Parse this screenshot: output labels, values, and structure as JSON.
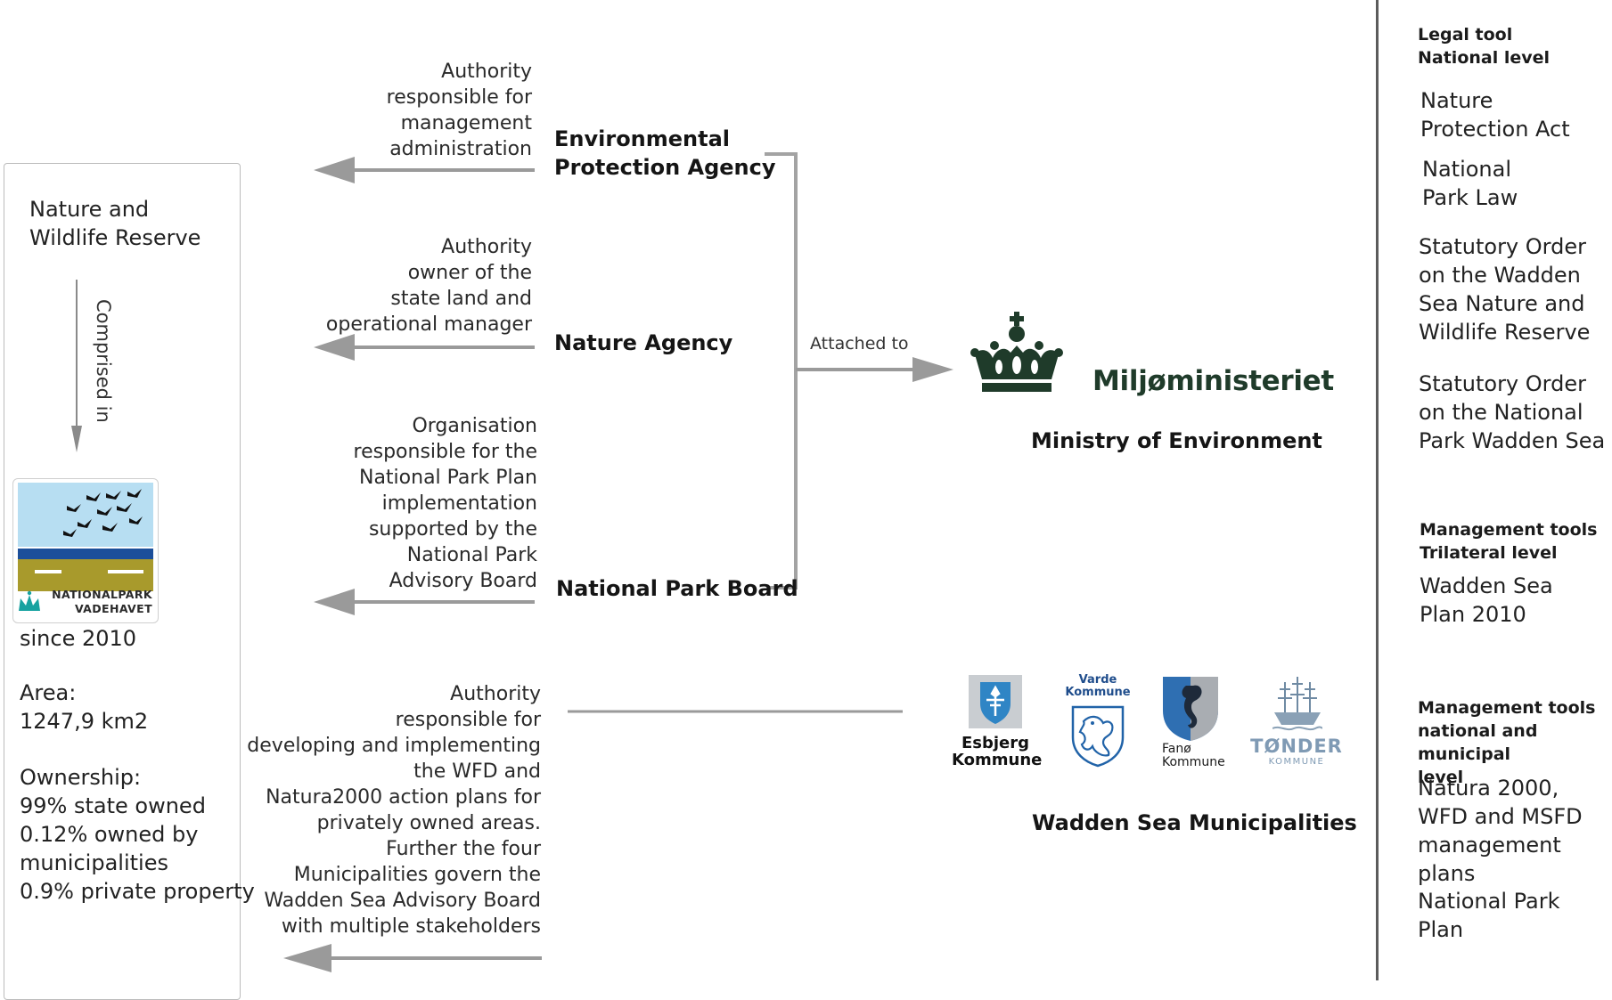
{
  "reserve": {
    "title": "Nature and\nWildlife Reserve",
    "comprised_label": "Comprised in",
    "logo_text": "NATIONALPARK\nVADEHAVET",
    "since": "since 2010",
    "area_label": "Area:",
    "area_value": "1247,9 km2",
    "ownership_label": "Ownership:",
    "ownership_lines": [
      "99% state owned",
      "0.12% owned by\nmunicipalities",
      "0.9% private property"
    ]
  },
  "agencies": {
    "epa": {
      "name": "Environmental\nProtection Agency",
      "description": "Authority\nresponsible for\nmanagement\nadministration"
    },
    "nature": {
      "name": "Nature Agency",
      "description": "Authority\nowner of the\nstate land and\noperational manager"
    },
    "board": {
      "name": "National Park Board",
      "description": "Organisation\nresponsible for the\nNational Park Plan\nimplementation\nsupported by the\nNational Park\nAdvisory Board"
    }
  },
  "attached_label": "Attached to",
  "ministry": {
    "wordmark": "Miljøministeriet",
    "caption": "Ministry of Environment"
  },
  "municipalities": {
    "description": "Authority\nresponsible for\ndeveloping and implementing\nthe WFD and\nNatura2000 action plans for\nprivately owned areas.\nFurther the four\nMunicipalities govern the\nWadden Sea Advisory Board\nwith multiple stakeholders",
    "caption": "Wadden Sea Municipalities",
    "logos": {
      "esbjerg": "Esbjerg\nKommune",
      "varde": "Varde\nKommune",
      "fano": "Fanø\nKommune",
      "tonder": "TØNDER",
      "tonder_sub": "KOMMUNE"
    }
  },
  "right": {
    "sections": [
      {
        "heading": "Legal tool\nNational level",
        "items": [
          "Nature\nProtection Act",
          "National\nPark Law",
          "Statutory Order\non the Wadden\nSea Nature and\nWildlife Reserve",
          "Statutory Order\non the National\nPark Wadden Sea"
        ]
      },
      {
        "heading": "Management tools\nTrilateral level",
        "items": [
          "Wadden Sea\nPlan 2010"
        ]
      },
      {
        "heading": "Management tools\nnational and municipal\nlevel",
        "items": [
          "Natura 2000,\nWFD and MSFD\nmanagement plans",
          "National Park Plan"
        ]
      }
    ]
  },
  "colors": {
    "arrow": "#9a9a9a",
    "bracket": "#a3a3a3",
    "ministry_green": "#1f3b2a",
    "sky": "#b7def2",
    "sea": "#1c4f9a",
    "sand": "#a89a2c"
  }
}
